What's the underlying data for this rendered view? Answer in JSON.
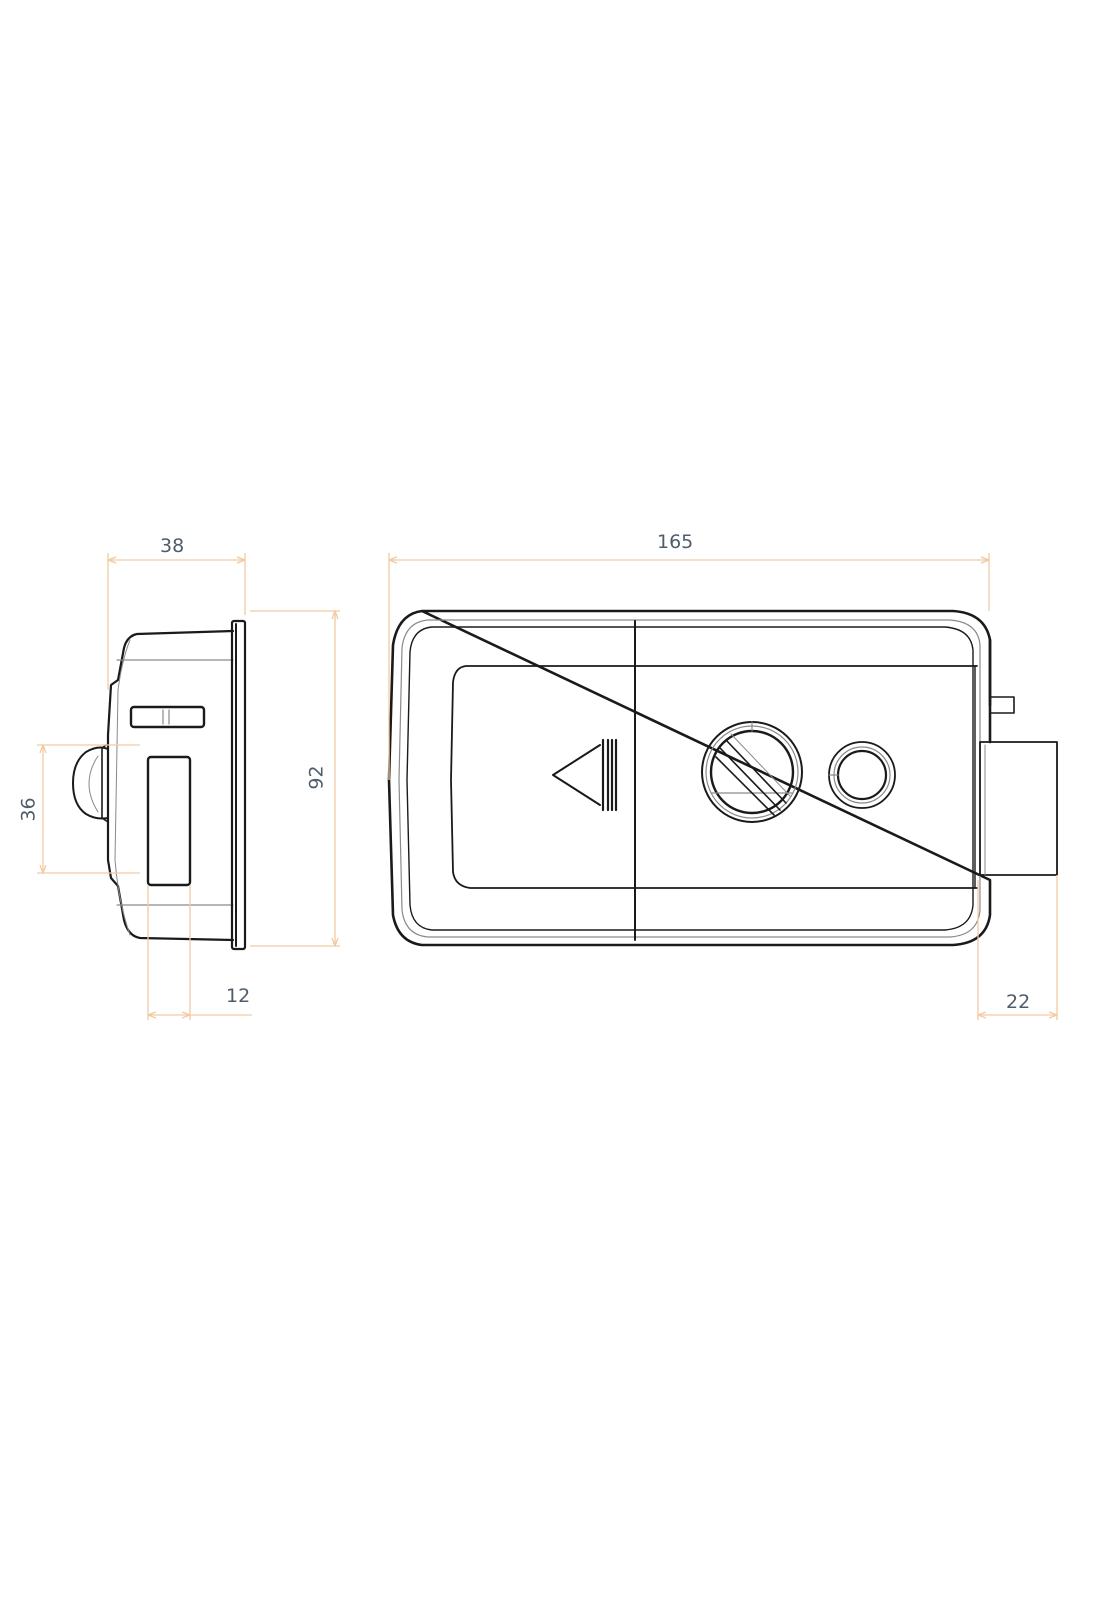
{
  "drawing": {
    "title": "Lock dimension drawing",
    "units": "mm",
    "colors": {
      "outline": "#1a1a1a",
      "thin_outline": "#8a8a8a",
      "dimension_line": "#f2c9a0",
      "dimension_text": "#4f5d6a",
      "background": "#ffffff"
    },
    "side_view": {
      "dimensions": {
        "depth": "38",
        "height": "92",
        "knob_height": "36",
        "window_width": "12"
      }
    },
    "front_view": {
      "dimensions": {
        "width": "165",
        "bolt_projection": "22"
      },
      "features": [
        "battery-cover-with-arrow",
        "turn-knob",
        "round-button",
        "latch-bolt",
        "small-tab"
      ]
    }
  }
}
